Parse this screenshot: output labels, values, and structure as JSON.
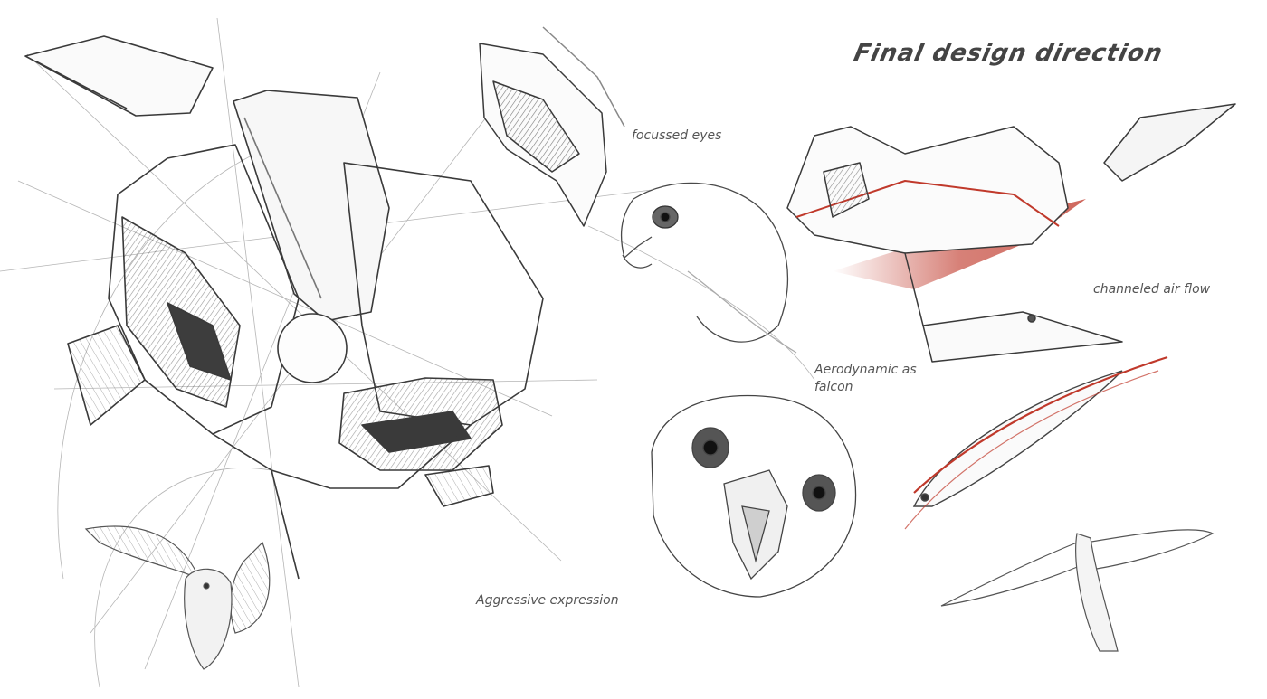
{
  "title": "Final design direction",
  "notes": {
    "eyes": "focussed eyes",
    "airflow": "channeled air flow",
    "aero_line1": "Aerodynamic as",
    "aero_line2": "falcon",
    "aggressive": "Aggressive expression"
  },
  "colors": {
    "pencil": "#3a3a3a",
    "light_pencil": "#9a9a9a",
    "accent_red": "#c0392b",
    "paper": "#ffffff"
  }
}
